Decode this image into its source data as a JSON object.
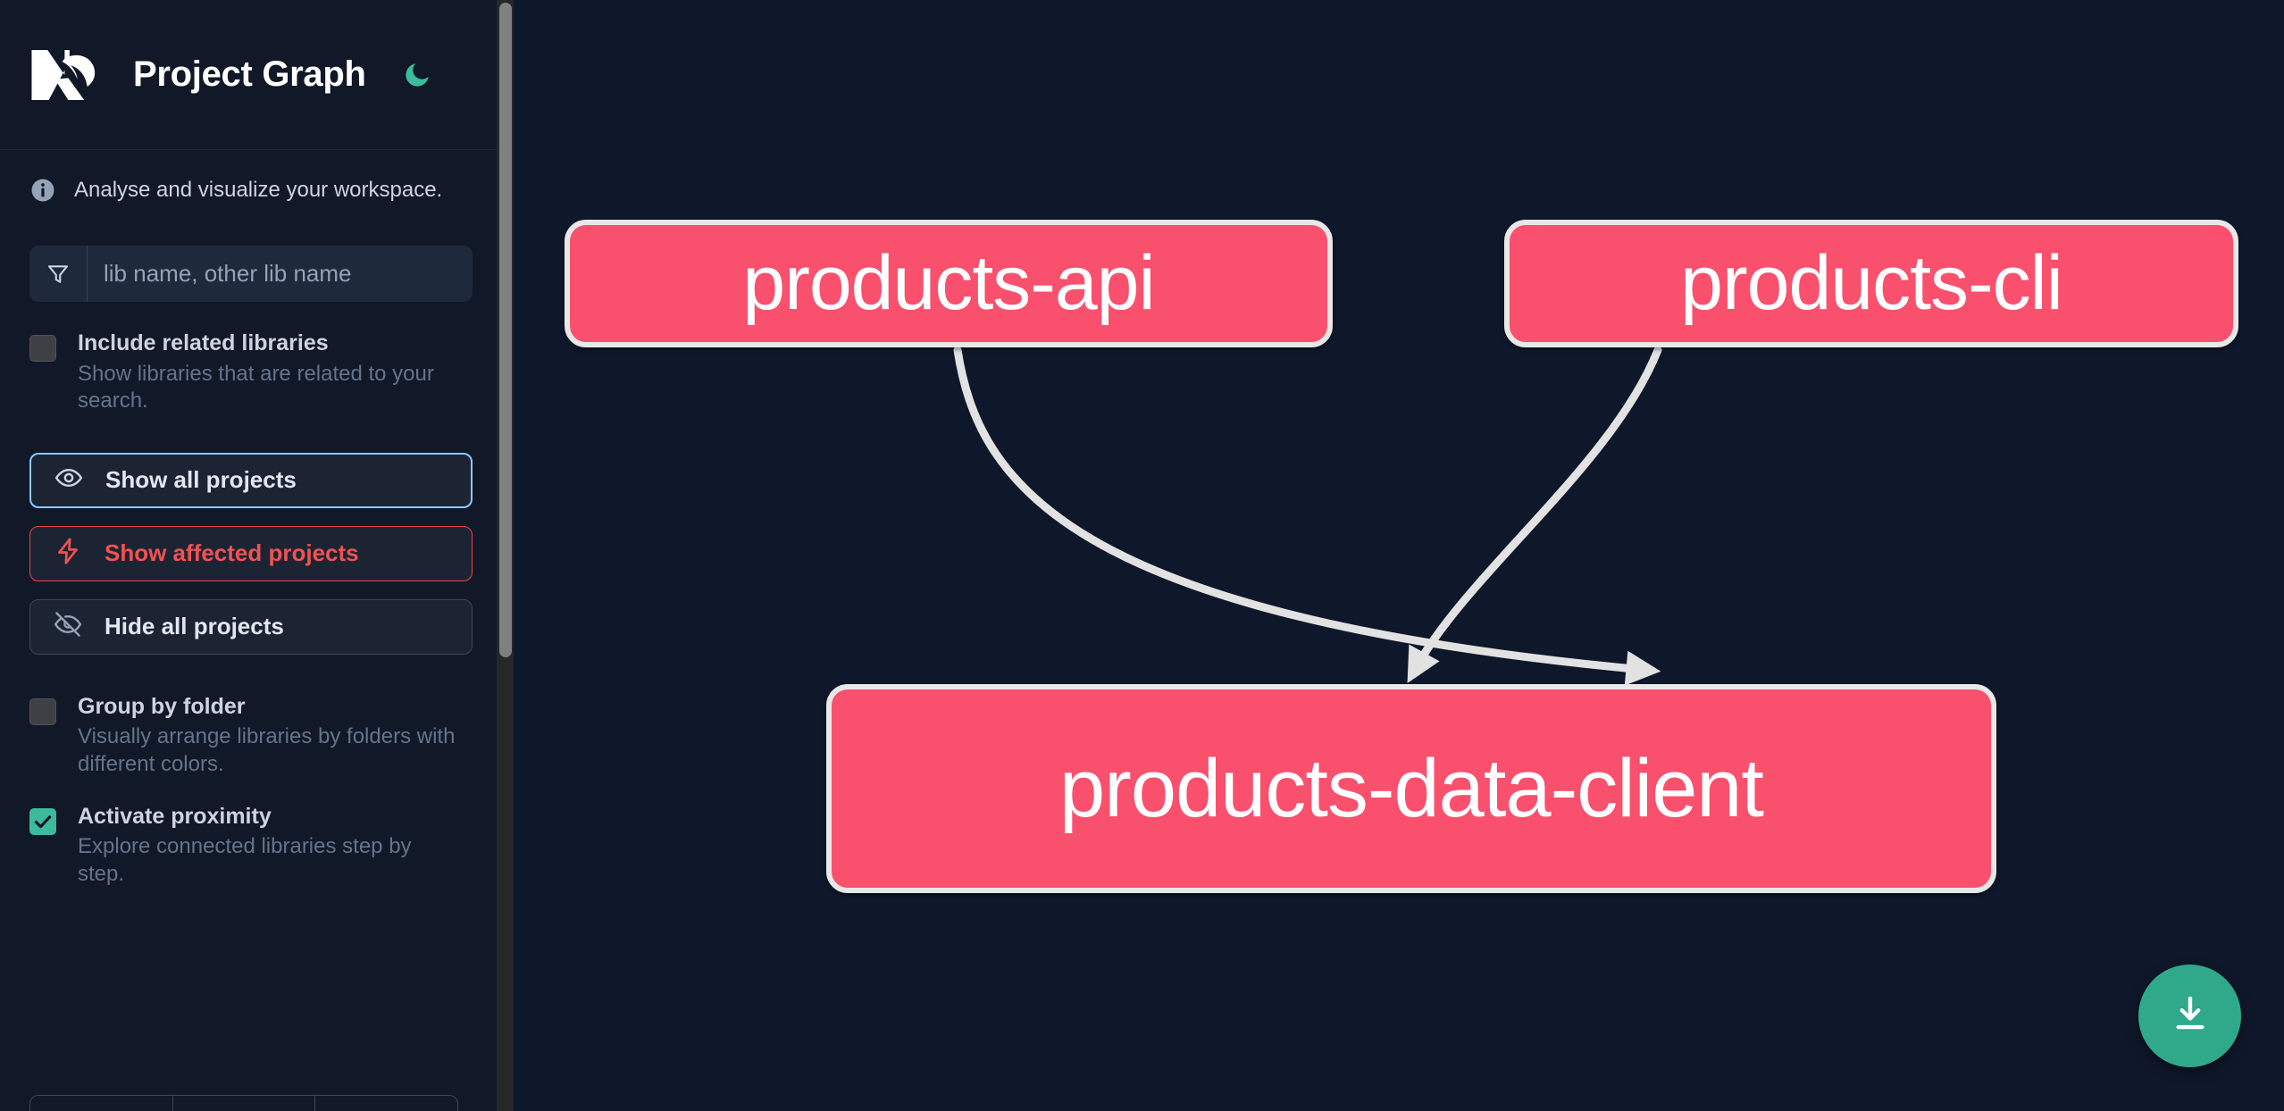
{
  "header": {
    "logo_name": "nx-logo",
    "title": "Project Graph",
    "theme_toggle_icon": "moon-icon"
  },
  "sidebar": {
    "tagline": "Analyse and visualize your workspace.",
    "tagline_icon": "info-icon",
    "search": {
      "icon": "filter-icon",
      "placeholder": "lib name, other lib name",
      "value": ""
    },
    "checkboxes": [
      {
        "id": "include-related-libraries",
        "title": "Include related libraries",
        "description": "Show libraries that are related to your search.",
        "checked": false
      },
      {
        "id": "group-by-folder",
        "title": "Group by folder",
        "description": "Visually arrange libraries by folders with different colors.",
        "checked": false
      },
      {
        "id": "activate-proximity",
        "title": "Activate proximity",
        "description": "Explore connected libraries step by step.",
        "checked": true
      }
    ],
    "buttons": [
      {
        "id": "show-all-projects",
        "label": "Show all projects",
        "icon": "eye-icon",
        "style": "primary"
      },
      {
        "id": "show-affected-projects",
        "label": "Show affected projects",
        "icon": "lightning-icon",
        "style": "danger"
      },
      {
        "id": "hide-all-projects",
        "label": "Hide all projects",
        "icon": "eye-off-icon",
        "style": "muted"
      }
    ],
    "segmented_control": {
      "segments": [
        "",
        "",
        ""
      ]
    }
  },
  "graph": {
    "download_button_icon": "download-icon",
    "nodes": [
      {
        "id": "products-api",
        "label": "products-api"
      },
      {
        "id": "products-cli",
        "label": "products-cli"
      },
      {
        "id": "products-data-client",
        "label": "products-data-client"
      }
    ],
    "edges": [
      {
        "from": "products-api",
        "to": "products-data-client"
      },
      {
        "from": "products-cli",
        "to": "products-data-client"
      }
    ]
  },
  "colors": {
    "background": "#0F172A",
    "sidebar": "#111827",
    "node_fill": "#F9506D",
    "node_border": "#E8E8E8",
    "edge": "#E2E2E2",
    "accent_green": "#30A98B",
    "accent_red": "#F05252",
    "accent_blue": "#93C5FD"
  }
}
